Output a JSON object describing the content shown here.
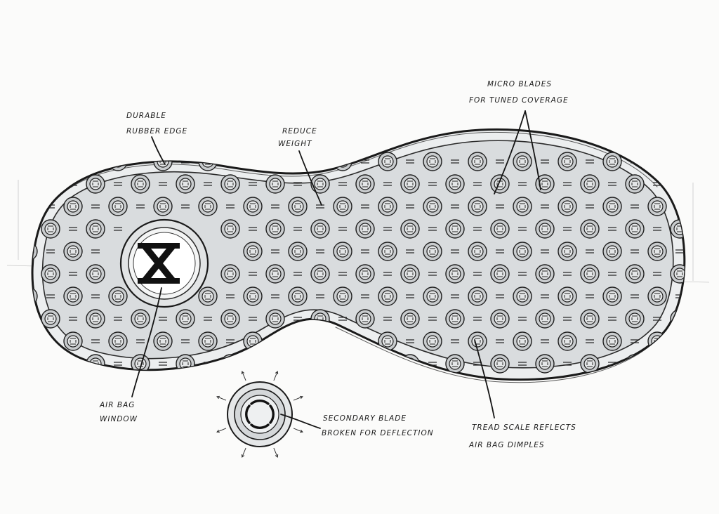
{
  "colors": {
    "paper": "#fbfbfa",
    "sole_fill": "#d9dcde",
    "rim_fill": "#eceeef",
    "ink": "#1a1a1a",
    "pod_fill": "#c9ccce"
  },
  "icons": {
    "logo": "hourglass-x-logo",
    "arrows": "direction-arrow-icon"
  },
  "annotations": {
    "durable_rubber_edge": [
      "DURABLE",
      "RUBBER EDGE"
    ],
    "reduce_weight": [
      "REDUCE",
      "WEIGHT"
    ],
    "micro_blades": [
      "MICRO BLADES",
      "FOR TUNED COVERAGE"
    ],
    "air_bag_window": [
      "AIR BAG",
      "WINDOW"
    ],
    "secondary_blade": [
      "SECONDARY BLADE",
      "BROKEN FOR DEFLECTION"
    ],
    "tread_scale": [
      "TREAD SCALE REFLECTS",
      "AIR BAG DIMPLES"
    ]
  }
}
